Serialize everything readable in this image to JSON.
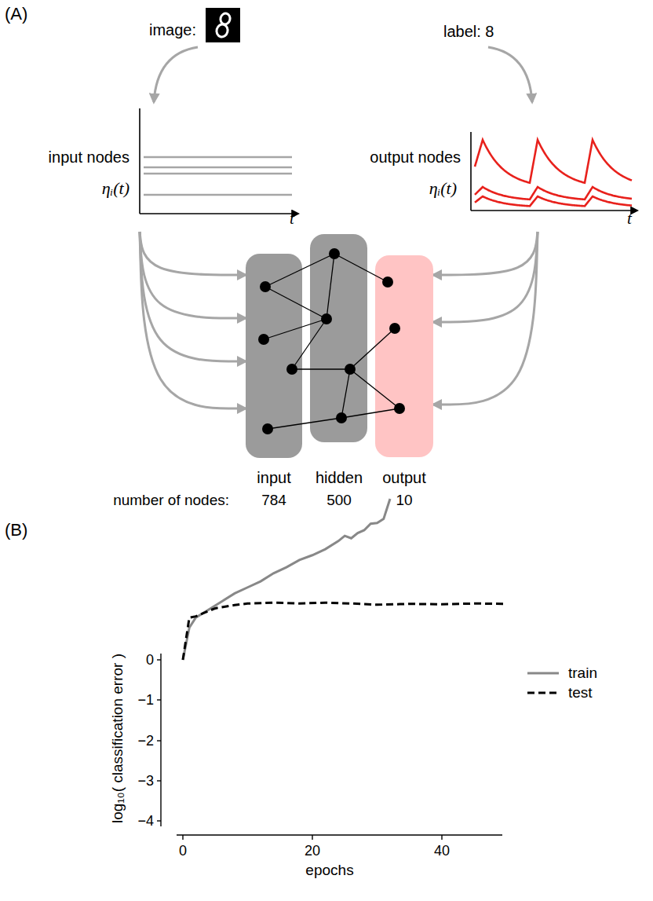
{
  "diagram": {
    "nodes": [
      {
        "text": [
          "input nodes",
          "ηᵢ(t)",
          "t"
        ]
      },
      {
        "text": [
          "output nodes",
          "ηᵢ(t)",
          "t"
        ]
      },
      {
        "text": [
          "input"
        ]
      },
      {
        "text": [
          "hidden"
        ]
      },
      {
        "text": [
          "output"
        ]
      }
    ],
    "edges": [
      {
        "from": 0,
        "to": 2,
        "arrow": "to"
      },
      {
        "from": 0,
        "to": 2,
        "arrow": "to"
      },
      {
        "from": 0,
        "to": 2,
        "arrow": "to"
      },
      {
        "from": 0,
        "to": 2,
        "arrow": "to"
      },
      {
        "from": 1,
        "to": 4,
        "arrow": "to"
      },
      {
        "from": 1,
        "to": 4,
        "arrow": "to"
      },
      {
        "from": 1,
        "to": 4,
        "arrow": "to"
      }
    ],
    "labels": [
      "(A)",
      "image:",
      "label: 8",
      "number of nodes:",
      "784",
      "500",
      "10",
      "(B)",
      "0",
      "−1",
      "−2",
      "−3",
      "−4",
      "0",
      "20",
      "40",
      "epochs",
      "log₁₀( classification error )"
    ],
    "legend": [
      {
        "text": "train"
      },
      {
        "text": "test"
      }
    ]
  }
}
